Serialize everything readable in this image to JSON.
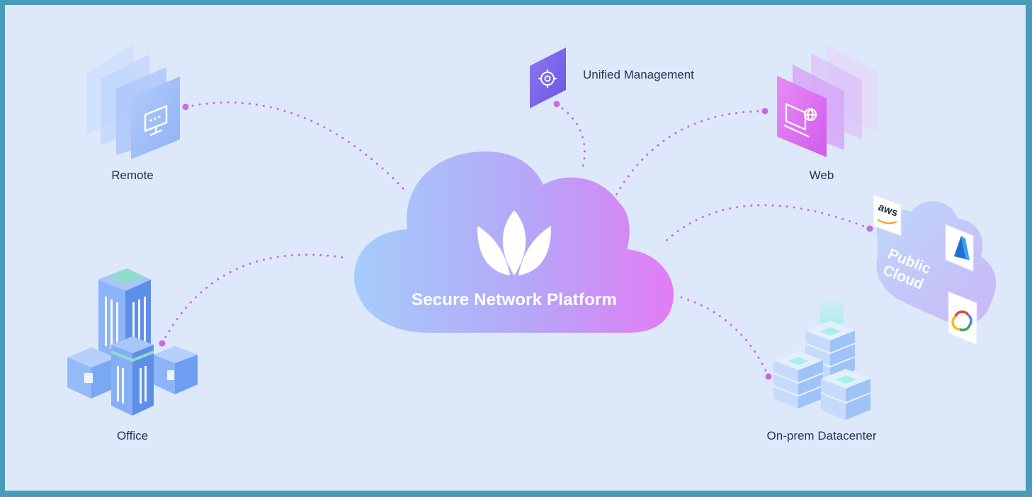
{
  "center": {
    "title": "Secure Network Platform"
  },
  "nodes": {
    "remote": {
      "label": "Remote"
    },
    "office": {
      "label": "Office"
    },
    "unified_management": {
      "label": "Unified Management"
    },
    "web": {
      "label": "Web"
    },
    "public_cloud": {
      "label_line1": "Public",
      "label_line2": "Cloud",
      "providers": [
        "aws",
        "Azure",
        "Google Cloud"
      ]
    },
    "datacenter": {
      "label": "On-prem Datacenter"
    }
  },
  "colors": {
    "frame": "#4a9bb8",
    "background": "#dde9fb",
    "cloud_start": "#a5cdfb",
    "cloud_end": "#e27cf5",
    "connector": "#c96ae0",
    "label_text": "#2b3350"
  }
}
